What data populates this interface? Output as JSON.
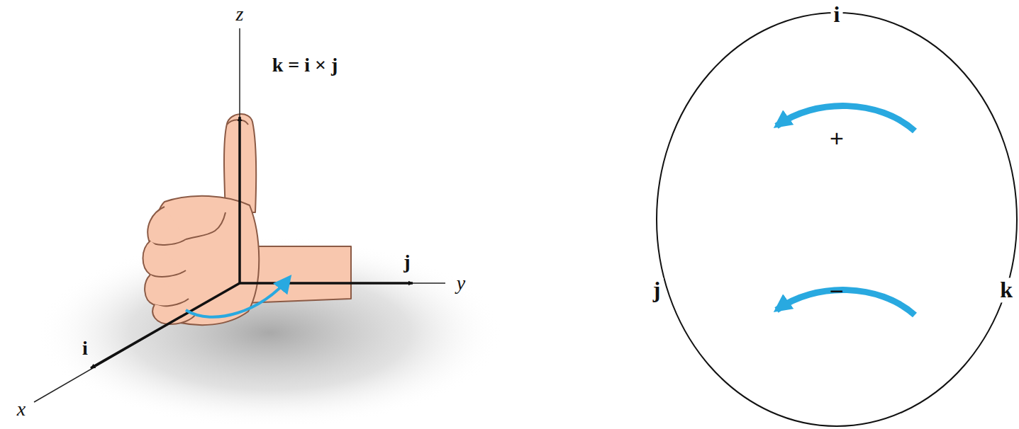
{
  "diagram": {
    "labels": [
      "z",
      "k = i × j",
      "j",
      "y",
      "i",
      "x",
      "i",
      "+",
      "j",
      "−",
      "k"
    ]
  }
}
